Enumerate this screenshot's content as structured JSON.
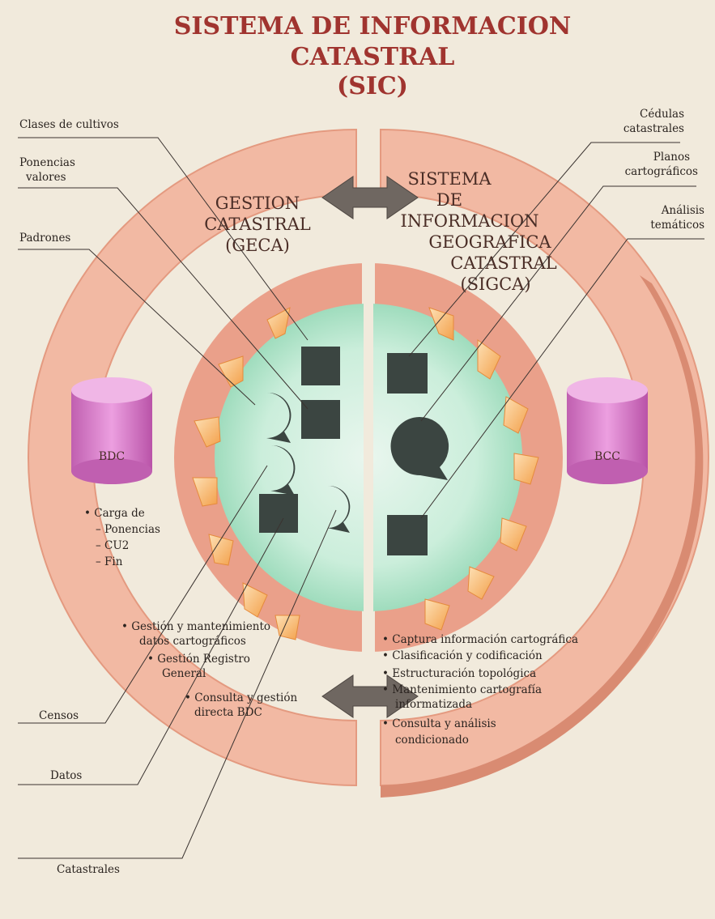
{
  "title": {
    "line1": "SISTEMA DE INFORMACION",
    "line2": "CATASTRAL",
    "line3": "(SIC)"
  },
  "left_section": {
    "line1": "GESTION",
    "line2": "CATASTRAL",
    "line3": "(GECA)"
  },
  "right_section": {
    "line1": "SISTEMA",
    "line2": "DE",
    "line3": "INFORMACION",
    "line4": "GEOGRAFICA",
    "line5": "CATASTRAL",
    "line6": "(SIGCA)"
  },
  "databases": {
    "left": "BDC",
    "right": "BCC"
  },
  "callouts_left": {
    "clases": "Clases de cultivos",
    "ponencias_1": "Ponencias",
    "ponencias_2": "valores",
    "padrones": "Padrones",
    "censos": "Censos",
    "datos": "Datos",
    "catastrales": "Catastrales"
  },
  "callouts_right": {
    "cedulas_1": "Cédulas",
    "cedulas_2": "catastrales",
    "planos_1": "Planos",
    "planos_2": "cartográficos",
    "analisis_1": "Análisis",
    "analisis_2": "temáticos"
  },
  "carga": {
    "header": "• Carga de",
    "item1": "– Ponencias",
    "item2": "– CU2",
    "item3": "– Fin"
  },
  "left_notes": {
    "n1a": "• Gestión y mantenimiento",
    "n1b": "datos cartográficos",
    "n2a": "• Gestión Registro",
    "n2b": "General",
    "n3a": "• Consulta y gestión",
    "n3b": "directa BDC"
  },
  "right_notes": {
    "r1": "• Captura información cartográfica",
    "r2": "• Clasificación y codificación",
    "r3": "• Estructuración topológica",
    "r4a": "• Mantenimiento cartografía",
    "r4b": "informatizada",
    "r5a": "• Consulta y análisis",
    "r5b": "condicionado"
  },
  "colors": {
    "ring": "#f2b9a3",
    "ring_dark": "#d98b72",
    "core": "#c9ebd9",
    "shape": "#3b4541",
    "cylinder": "#d77fc7",
    "title": "#a0342f"
  }
}
